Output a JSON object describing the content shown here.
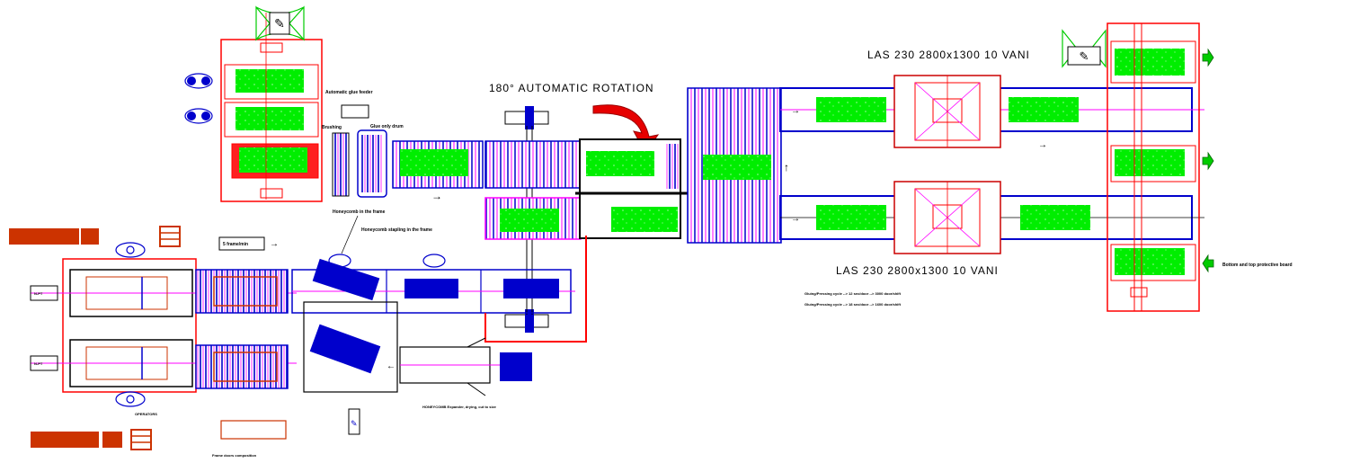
{
  "labels": {
    "rotation": "180° AUTOMATIC ROTATION",
    "press_top": "LAS 230 2800x1300 10 VANI",
    "press_bottom": "LAS 230 2800x1300 10 VANI",
    "glue_feeder": "Automatic glue feeder",
    "glue_drum": "Glue only drum",
    "brushing": "Brushing",
    "honeycomb_frame": "Honeycomb in the frame",
    "honeycomb_stapling": "Honeycomb stapling in the frame",
    "frames_min": "5 frame/min",
    "honeycomb_expander": "HONEYCOMB Expander, drying, cut to size",
    "frame_composition": "Frame doors composition",
    "protective_board": "Bottom and top protective board",
    "cycle_1": "Gluing/Pressing cycle --> 12 sec/door --> 3000 door/shift",
    "cycle_2": "Gluing/Pressing cycle --> 18 sec/door --> 1600 door/shift",
    "operators": "OPERATORS",
    "station_a": "N-PT",
    "station_b": "N-PT"
  },
  "colors": {
    "frame_red": "#ff0000",
    "board_green": "#00ff00",
    "conveyor_blue": "#0000cc",
    "belt_magenta": "#ff00ff",
    "stack_orange": "#cc3300",
    "arrow_red": "#e60000"
  },
  "icons": {
    "wrench": "wrench-icon",
    "rotation_arrow": "curved-arrow-icon",
    "eye": "eye-icon",
    "outfeed_arrow": "green-arrow-icon"
  }
}
